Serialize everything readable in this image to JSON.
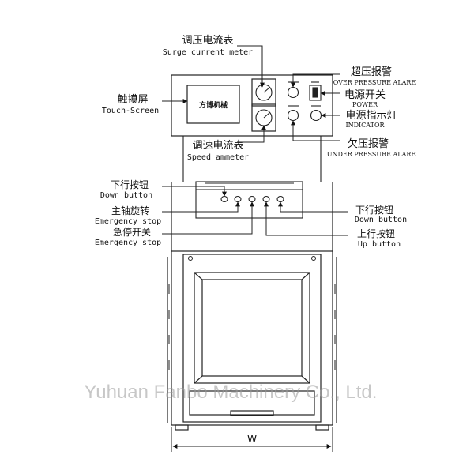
{
  "diagram": {
    "screen_text": "方博机械",
    "width_label": "W",
    "watermark": "Yuhuan Fanbo Machinery Co., Ltd.",
    "labels": {
      "surge_meter_cn": "调压电流表",
      "surge_meter_en": "Surge current meter",
      "touch_screen_cn": "触摸屏",
      "touch_screen_en": "Touch-Screen",
      "speed_ammeter_cn": "调速电流表",
      "speed_ammeter_en": "Speed ammeter",
      "over_pressure_cn": "超压报警",
      "over_pressure_en": "OVER PRESSURE ALARE",
      "power_cn": "电源开关",
      "power_en": "POWER",
      "indicator_cn": "电源指示灯",
      "indicator_en": "INDICATOR",
      "under_pressure_cn": "欠压报警",
      "under_pressure_en": "UNDER PRESSURE ALARE",
      "down_left_cn": "下行按钮",
      "down_left_en": "Down button",
      "spindle_cn": "主轴旋转",
      "spindle_en": "Emergency stop",
      "estop_cn": "急停开关",
      "estop_en": "Emergency stop",
      "down_right_cn": "下行按钮",
      "down_right_en": "Down button",
      "up_cn": "上行按钮",
      "up_en": "Up button"
    }
  }
}
